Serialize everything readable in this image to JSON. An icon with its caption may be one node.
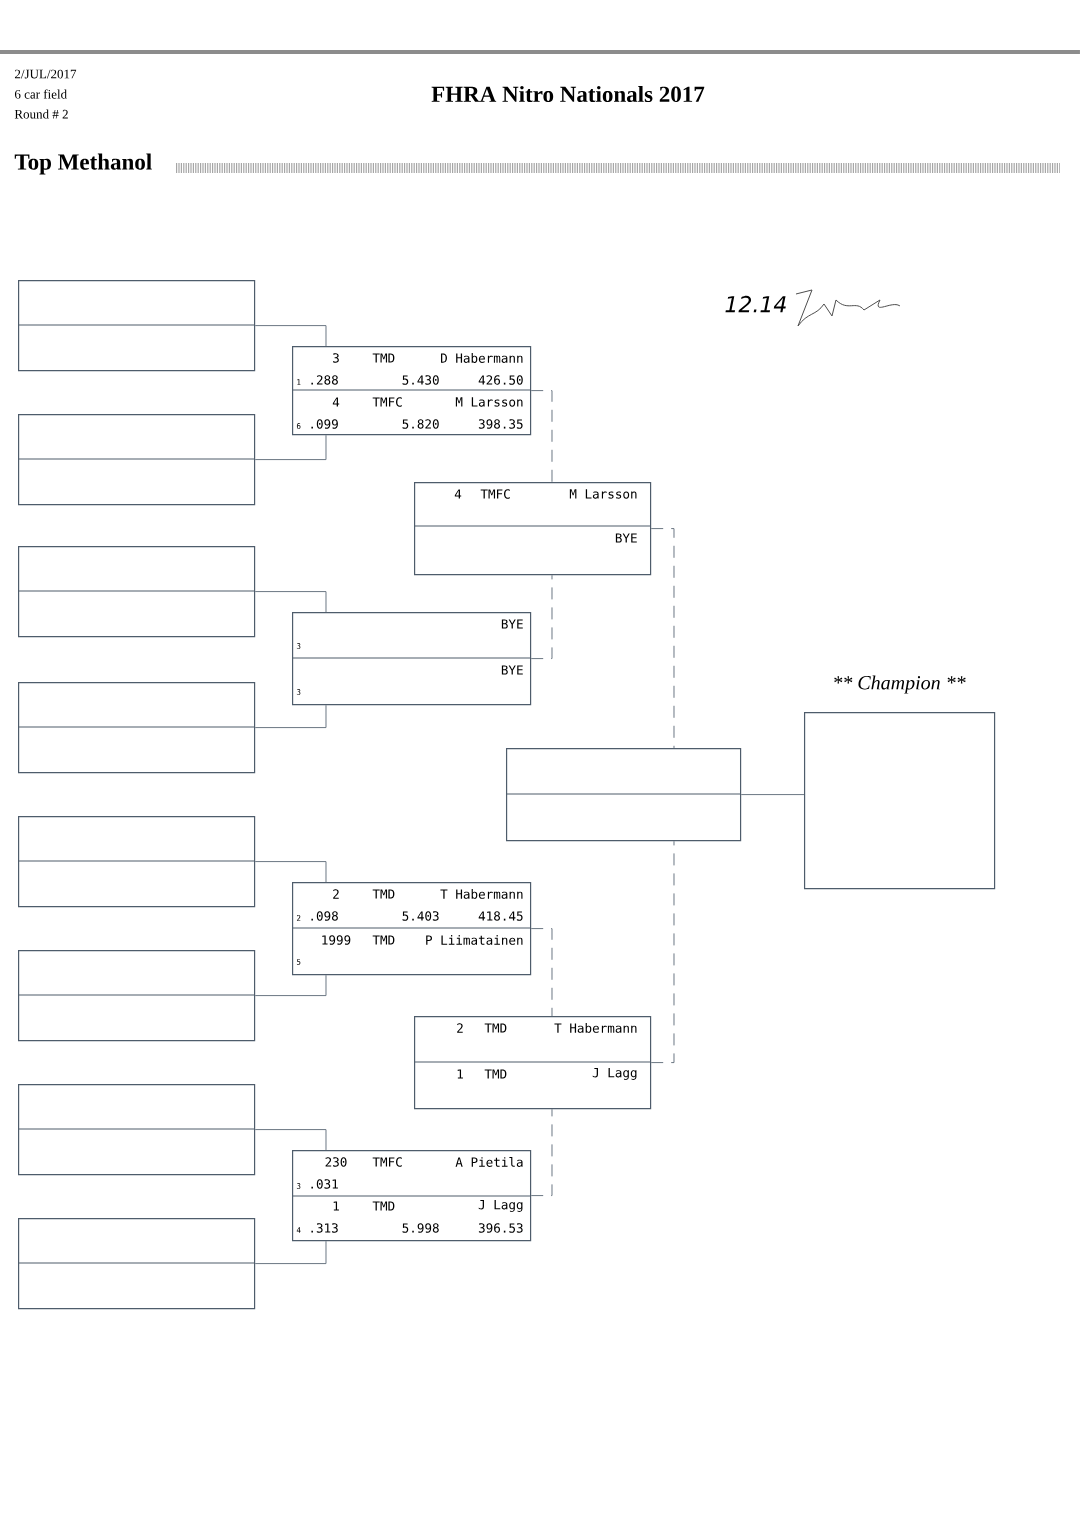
{
  "diagram": {
    "title": "FHRA Nitro Nationals 2017",
    "nodes": [
      {
        "text": [],
        "shape": "box"
      },
      {
        "text": [],
        "shape": "box"
      },
      {
        "text": [],
        "shape": "box"
      },
      {
        "text": [],
        "shape": "box"
      },
      {
        "text": [],
        "shape": "box"
      },
      {
        "text": [],
        "shape": "box"
      },
      {
        "text": [],
        "shape": "box"
      },
      {
        "text": [],
        "shape": "box"
      },
      {
        "text": [
          "3",
          "TMD",
          "D Habermann",
          "1",
          ".288",
          "5.430",
          "426.50",
          "4",
          "TMFC",
          "M Larsson",
          "6",
          ".099",
          "5.820",
          "398.35"
        ]
      },
      {
        "text": [
          "BYE",
          "3",
          "BYE",
          "3"
        ]
      },
      {
        "text": [
          "2",
          "TMD",
          "T Habermann",
          "2",
          ".098",
          "5.403",
          "418.45",
          "1999",
          "TMD",
          "P Liimatainen",
          "5"
        ]
      },
      {
        "text": [
          "230",
          "TMFC",
          "A Pietila",
          "3",
          ".031",
          "1",
          "TMD",
          "J Lagg",
          "4",
          ".313",
          "5.998",
          "396.53"
        ]
      },
      {
        "text": [
          "4",
          "TMFC",
          "M Larsson",
          "BYE"
        ]
      },
      {
        "text": [
          "2",
          "TMD",
          "T Habermann",
          "1",
          "TMD",
          "J Lagg"
        ]
      },
      {
        "text": [],
        "shape": "box"
      },
      {
        "text": [
          "** Champion **"
        ]
      }
    ],
    "edges": [
      {
        "from": 0,
        "to": 8,
        "arrow": "none"
      },
      {
        "from": 1,
        "to": 8,
        "arrow": "none"
      },
      {
        "from": 2,
        "to": 9,
        "arrow": "none"
      },
      {
        "from": 3,
        "to": 9,
        "arrow": "none"
      },
      {
        "from": 4,
        "to": 10,
        "arrow": "none"
      },
      {
        "from": 5,
        "to": 10,
        "arrow": "none"
      },
      {
        "from": 6,
        "to": 11,
        "arrow": "none"
      },
      {
        "from": 7,
        "to": 11,
        "arrow": "none"
      },
      {
        "from": 8,
        "to": 12,
        "arrow": "none",
        "style": "dashed"
      },
      {
        "from": 9,
        "to": 12,
        "arrow": "none",
        "style": "dashed"
      },
      {
        "from": 10,
        "to": 13,
        "arrow": "none",
        "style": "dashed"
      },
      {
        "from": 11,
        "to": 13,
        "arrow": "none",
        "style": "dashed"
      },
      {
        "from": 12,
        "to": 14,
        "arrow": "none",
        "style": "dashed"
      },
      {
        "from": 13,
        "to": 14,
        "arrow": "none",
        "style": "dashed"
      },
      {
        "from": 14,
        "to": 15,
        "arrow": "none"
      }
    ],
    "labels": [
      "2/JUL/2017",
      "6 car field",
      "Round # 2",
      "Top Methanol",
      "12.14"
    ]
  }
}
